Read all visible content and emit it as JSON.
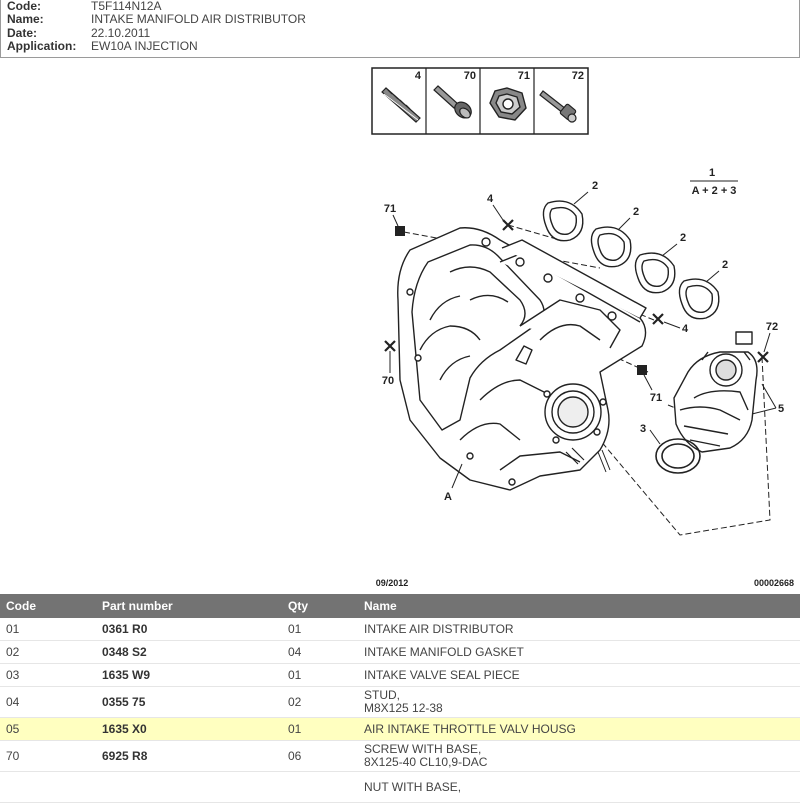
{
  "header": {
    "rows": [
      {
        "label": "Code:",
        "value": "T5F114N12A"
      },
      {
        "label": "Name:",
        "value": "INTAKE MANIFOLD AIR DISTRIBUTOR"
      },
      {
        "label": "Date:",
        "value": "22.10.2011"
      },
      {
        "label": "Application:",
        "value": "EW10A INJECTION"
      }
    ]
  },
  "diagram": {
    "legend": [
      "4",
      "70",
      "71",
      "72"
    ],
    "callouts": {
      "c1": "1",
      "c1_formula": "A + 2 + 3",
      "c2a": "2",
      "c2b": "2",
      "c2c": "2",
      "c2d": "2",
      "c3": "3",
      "c4a": "4",
      "c4b": "4",
      "c5": "5",
      "c70": "70",
      "c71a": "71",
      "c71b": "71",
      "c72": "72",
      "cA": "A"
    },
    "footer_date": "09/2012",
    "footer_ref": "00002668"
  },
  "table": {
    "headers": {
      "code": "Code",
      "part_number": "Part number",
      "qty": "Qty",
      "name": "Name"
    },
    "rows": [
      {
        "code": "01",
        "part_number": "0361 R0",
        "qty": "01",
        "name1": "INTAKE AIR DISTRIBUTOR",
        "name2": ""
      },
      {
        "code": "02",
        "part_number": "0348 S2",
        "qty": "04",
        "name1": "INTAKE MANIFOLD GASKET",
        "name2": ""
      },
      {
        "code": "03",
        "part_number": "1635 W9",
        "qty": "01",
        "name1": "INTAKE VALVE SEAL PIECE",
        "name2": ""
      },
      {
        "code": "04",
        "part_number": "0355 75",
        "qty": "02",
        "name1": "STUD,",
        "name2": "M8X125 12-38"
      },
      {
        "code": "05",
        "part_number": "1635 X0",
        "qty": "01",
        "name1": "AIR INTAKE THROTTLE VALV HOUSG",
        "name2": ""
      },
      {
        "code": "70",
        "part_number": "6925 R8",
        "qty": "06",
        "name1": "SCREW WITH BASE,",
        "name2": "8X125-40 CL10,9-DAC"
      },
      {
        "code": "",
        "part_number": "",
        "qty": "",
        "name1": "NUT WITH BASE,",
        "name2": ""
      }
    ]
  }
}
